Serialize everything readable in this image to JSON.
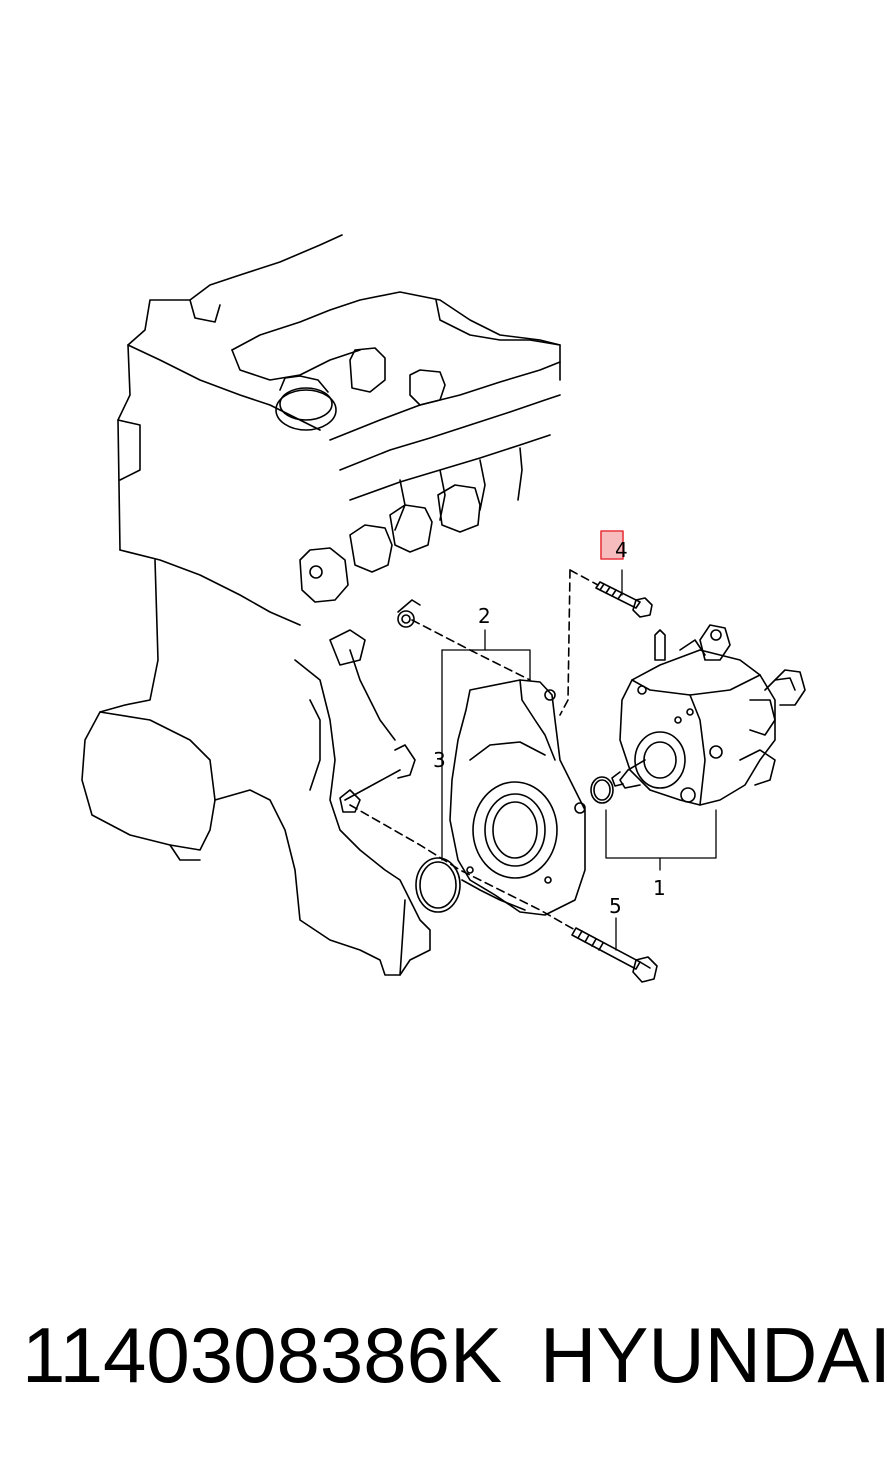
{
  "diagram": {
    "callouts": {
      "c1": "1",
      "c2": "2",
      "c3": "3",
      "c4": "4",
      "c5": "5"
    },
    "highlight_color": "#e8353b",
    "line_color": "#000000"
  },
  "caption": {
    "part_number": "1140308386K",
    "brand": "HYUNDAI"
  }
}
